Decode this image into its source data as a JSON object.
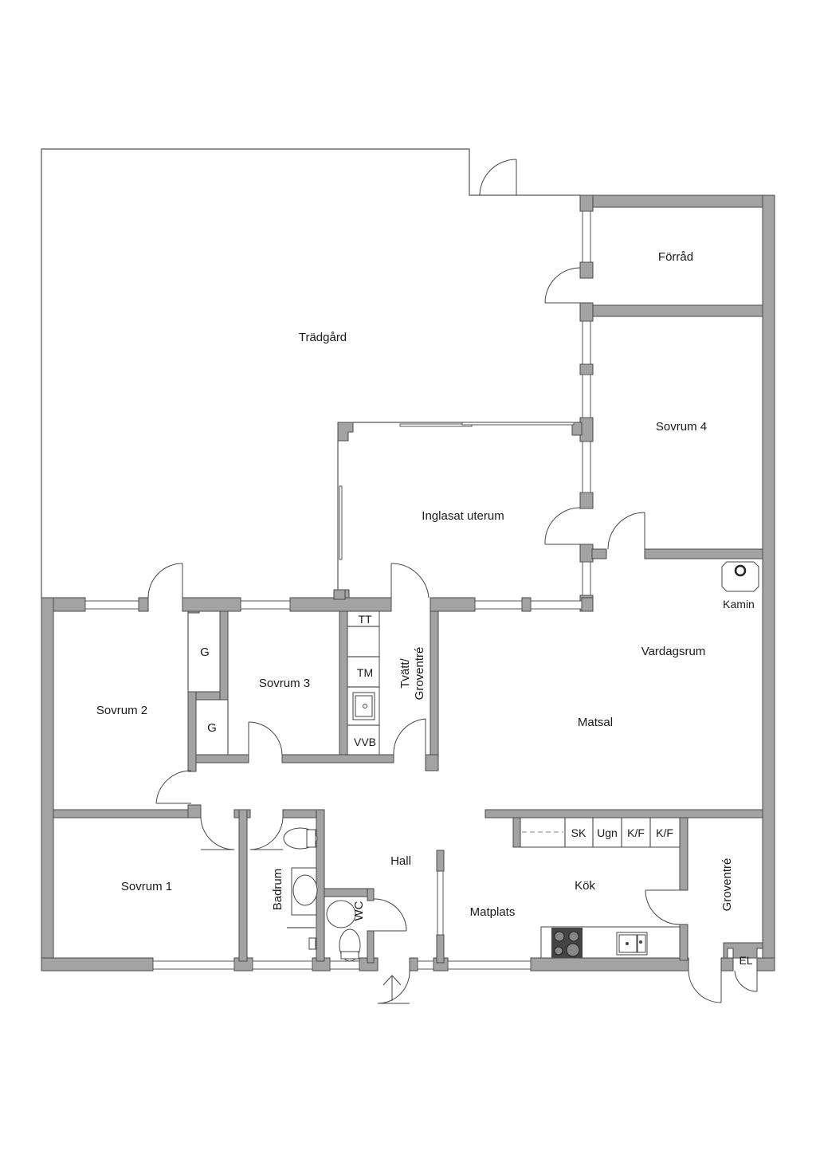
{
  "plan": {
    "rooms": {
      "tradgard": "Trädgård",
      "forrad": "Förråd",
      "sovrum4": "Sovrum 4",
      "inglasat_uterum": "Inglasat uterum",
      "kamin": "Kamin",
      "vardagsrum": "Vardagsrum",
      "matsal": "Matsal",
      "sovrum2": "Sovrum 2",
      "sovrum3": "Sovrum 3",
      "g1": "G",
      "g2": "G",
      "tt": "TT",
      "tm": "TM",
      "vvb": "VVB",
      "tvatt_line1": "Tvätt/",
      "tvatt_line2": "Groventré",
      "sovrum1": "Sovrum 1",
      "badrum": "Badrum",
      "wc": "WC",
      "hall": "Hall",
      "matplats": "Matplats",
      "kok": "Kök",
      "sk": "SK",
      "ugn": "Ugn",
      "kf1": "K/F",
      "kf2": "K/F",
      "groventre": "Groventré",
      "el": "EL"
    },
    "colors": {
      "wall_fill": "#a3a3a3",
      "line": "#4a4a4a",
      "background": "#ffffff"
    }
  }
}
